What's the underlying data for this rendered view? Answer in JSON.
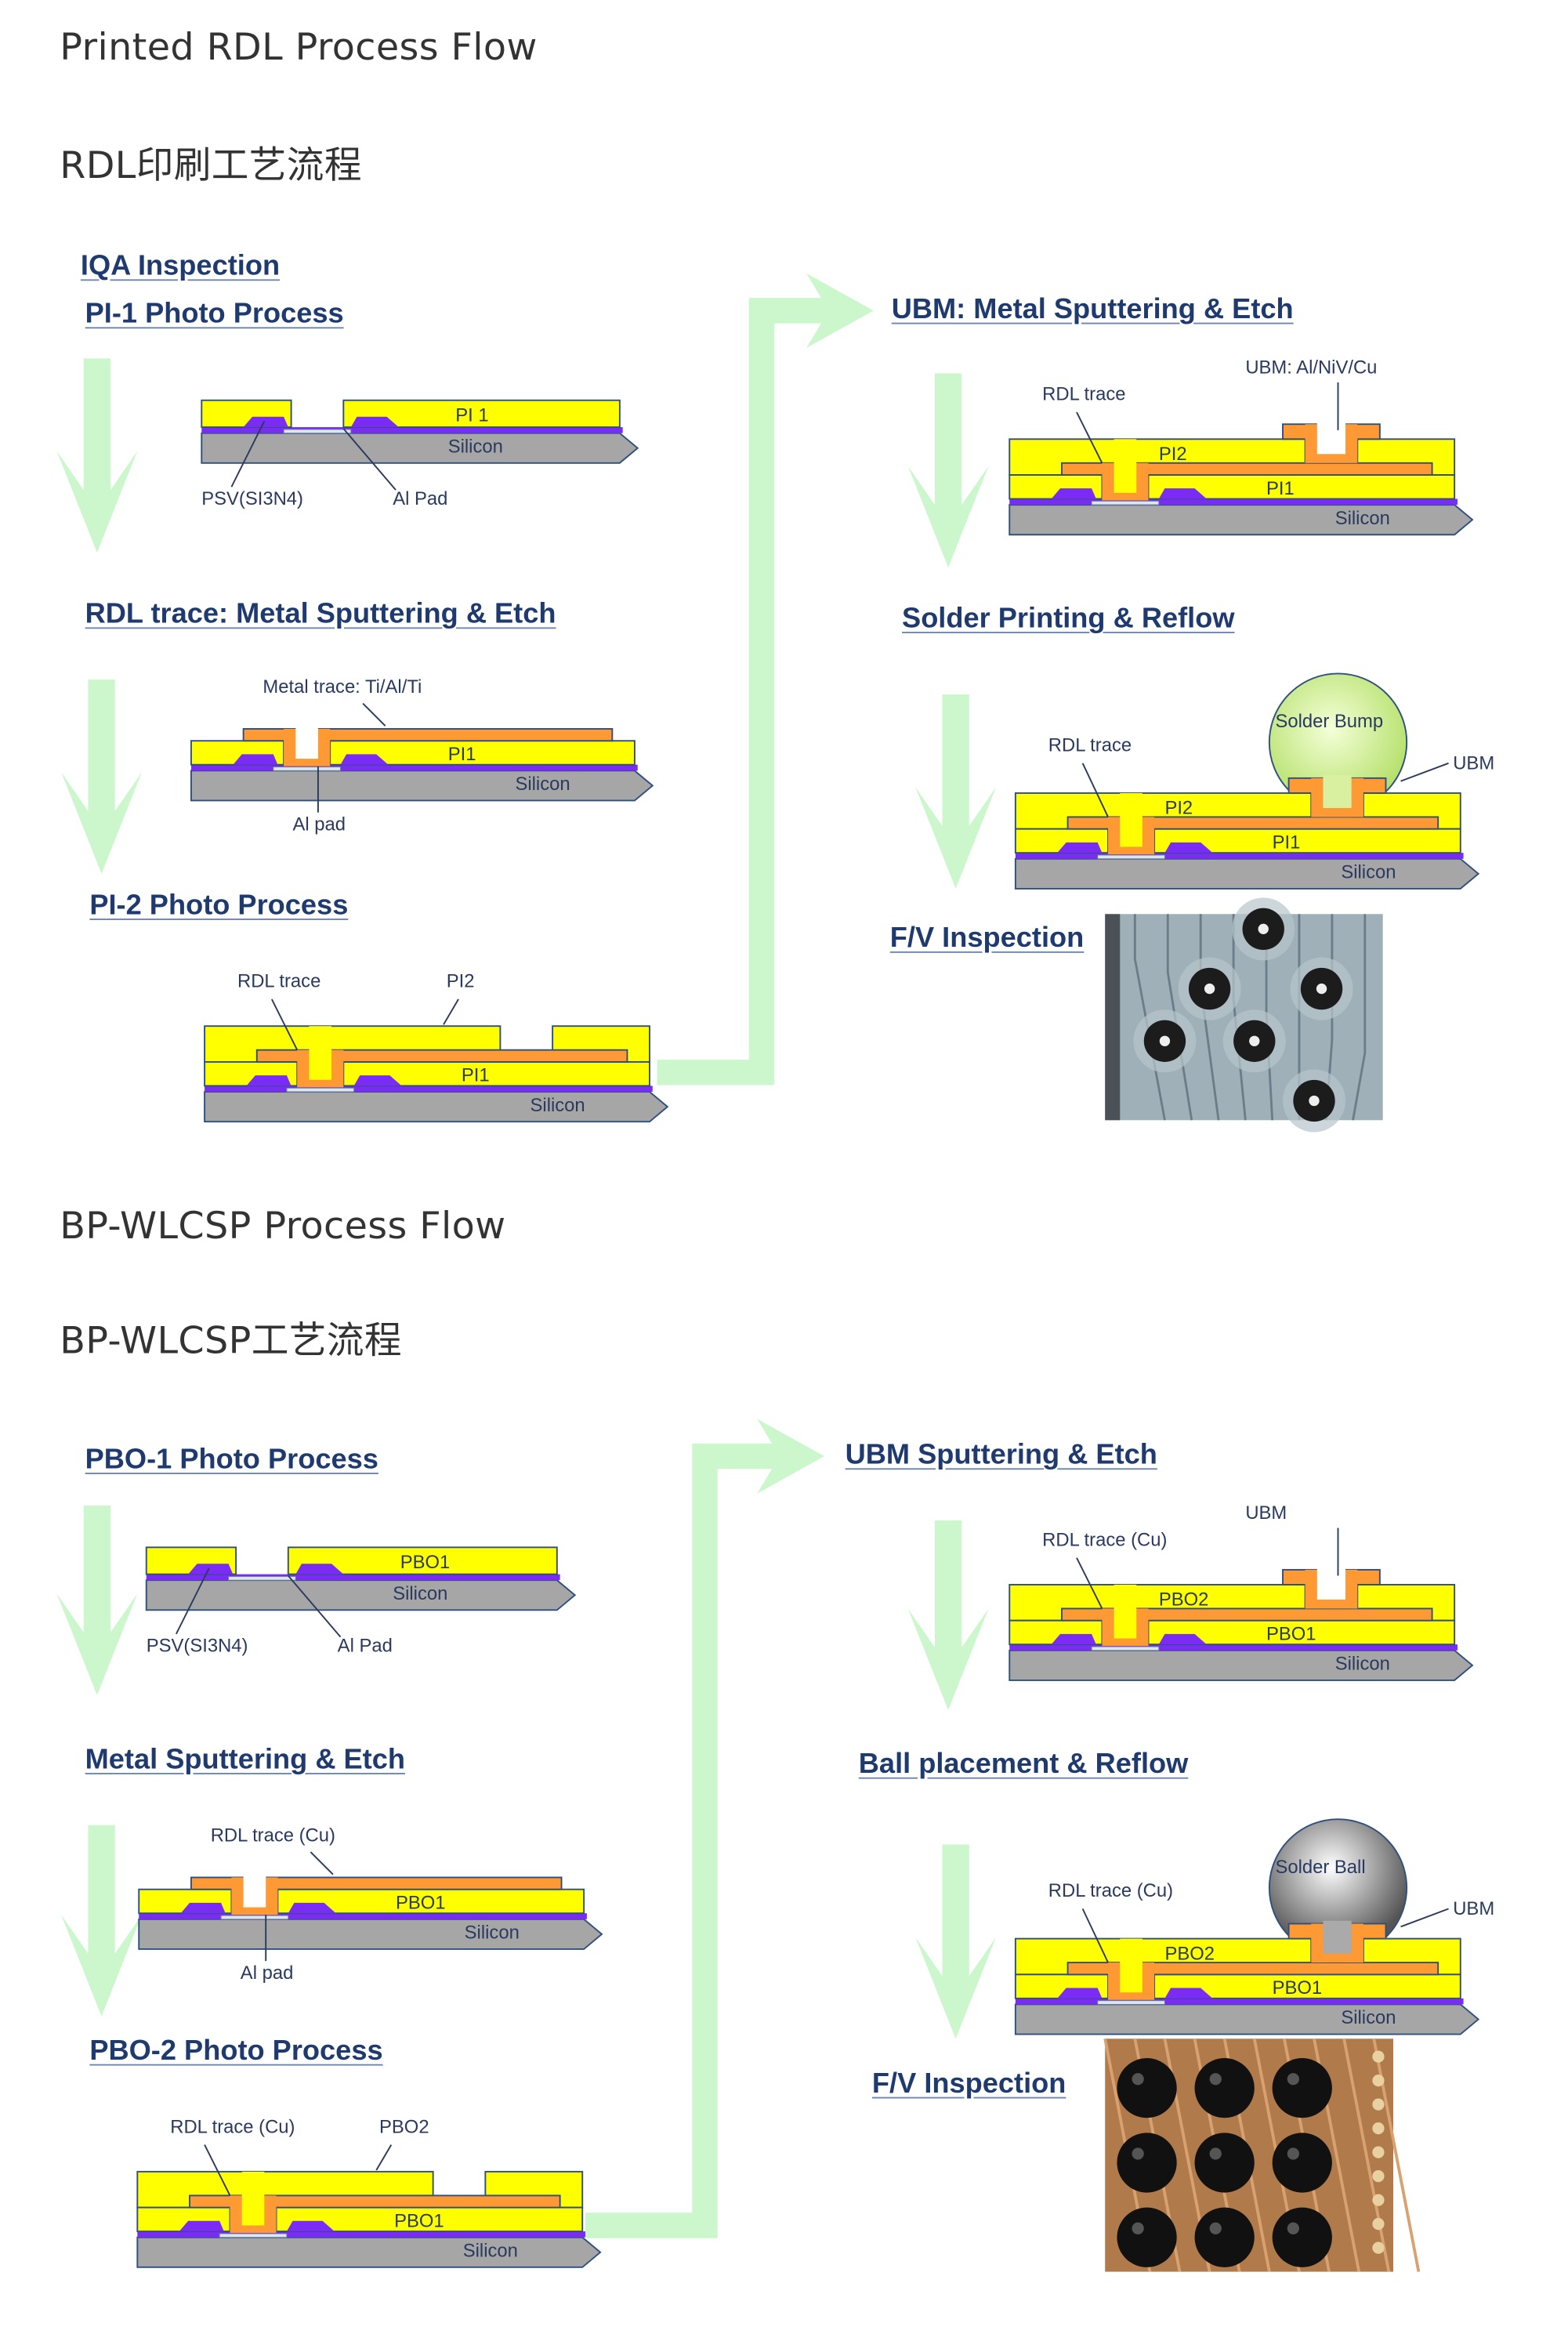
{
  "sections": [
    {
      "title": "Printed RDL Process Flow",
      "subtitle": "RDL印刷工艺流程",
      "steps": {
        "s1": "IQA Inspection",
        "s2": "PI-1 Photo Process",
        "s3": "RDL trace: Metal Sputtering & Etch",
        "s4": "PI-2 Photo Process",
        "s5": "UBM: Metal Sputtering & Etch",
        "s6": "Solder Printing & Reflow",
        "s7": "F/V Inspection"
      },
      "diagrams": {
        "d1": {
          "layer1": "PI 1",
          "silicon": "Silicon",
          "psv": "PSV(SI3N4)",
          "pad": "Al Pad"
        },
        "d2": {
          "trace": "Metal trace: Ti/Al/Ti",
          "layer1": "PI1",
          "silicon": "Silicon",
          "pad": "Al pad"
        },
        "d3": {
          "trace": "RDL trace",
          "layer2": "PI2",
          "layer1": "PI1",
          "silicon": "Silicon"
        },
        "d4": {
          "trace": "RDL trace",
          "ubm": "UBM: Al/NiV/Cu",
          "layer2": "PI2",
          "layer1": "PI1",
          "silicon": "Silicon"
        },
        "d5": {
          "trace": "RDL trace",
          "bump": "Solder Bump",
          "ubm": "UBM",
          "layer2": "PI2",
          "layer1": "PI1",
          "silicon": "Silicon"
        }
      }
    },
    {
      "title": "BP-WLCSP Process Flow",
      "subtitle": "BP-WLCSP工艺流程",
      "steps": {
        "s2": "PBO-1 Photo Process",
        "s3": "Metal Sputtering & Etch",
        "s4": "PBO-2 Photo Process",
        "s5": "UBM Sputtering & Etch",
        "s6": "Ball placement & Reflow",
        "s7": "F/V Inspection"
      },
      "diagrams": {
        "d1": {
          "layer1": "PBO1",
          "silicon": "Silicon",
          "psv": "PSV(SI3N4)",
          "pad": "Al Pad"
        },
        "d2": {
          "trace": "RDL  trace (Cu)",
          "layer1": "PBO1",
          "silicon": "Silicon",
          "pad": "Al pad"
        },
        "d3": {
          "trace": "RDL trace (Cu)",
          "layer2": "PBO2",
          "layer1": "PBO1",
          "silicon": "Silicon"
        },
        "d4": {
          "trace": "RDL trace (Cu)",
          "ubm": "UBM",
          "layer2": "PBO2",
          "layer1": "PBO1",
          "silicon": "Silicon"
        },
        "d5": {
          "trace": "RDL trace (Cu)",
          "bump": "Solder Ball",
          "ubm": "UBM",
          "layer2": "PBO2",
          "layer1": "PBO1",
          "silicon": "Silicon"
        }
      }
    }
  ],
  "colors": {
    "polyimide": "#ffff00",
    "metal": "#ff9933",
    "passivation": "#7a2cf5",
    "silicon": "#a6a6a6",
    "outline": "#2f4f7f",
    "arrow": "#ccf7cc",
    "heading": "#1f3a6e",
    "bump": "#b5e06a",
    "ball": "#9a9a9a"
  }
}
